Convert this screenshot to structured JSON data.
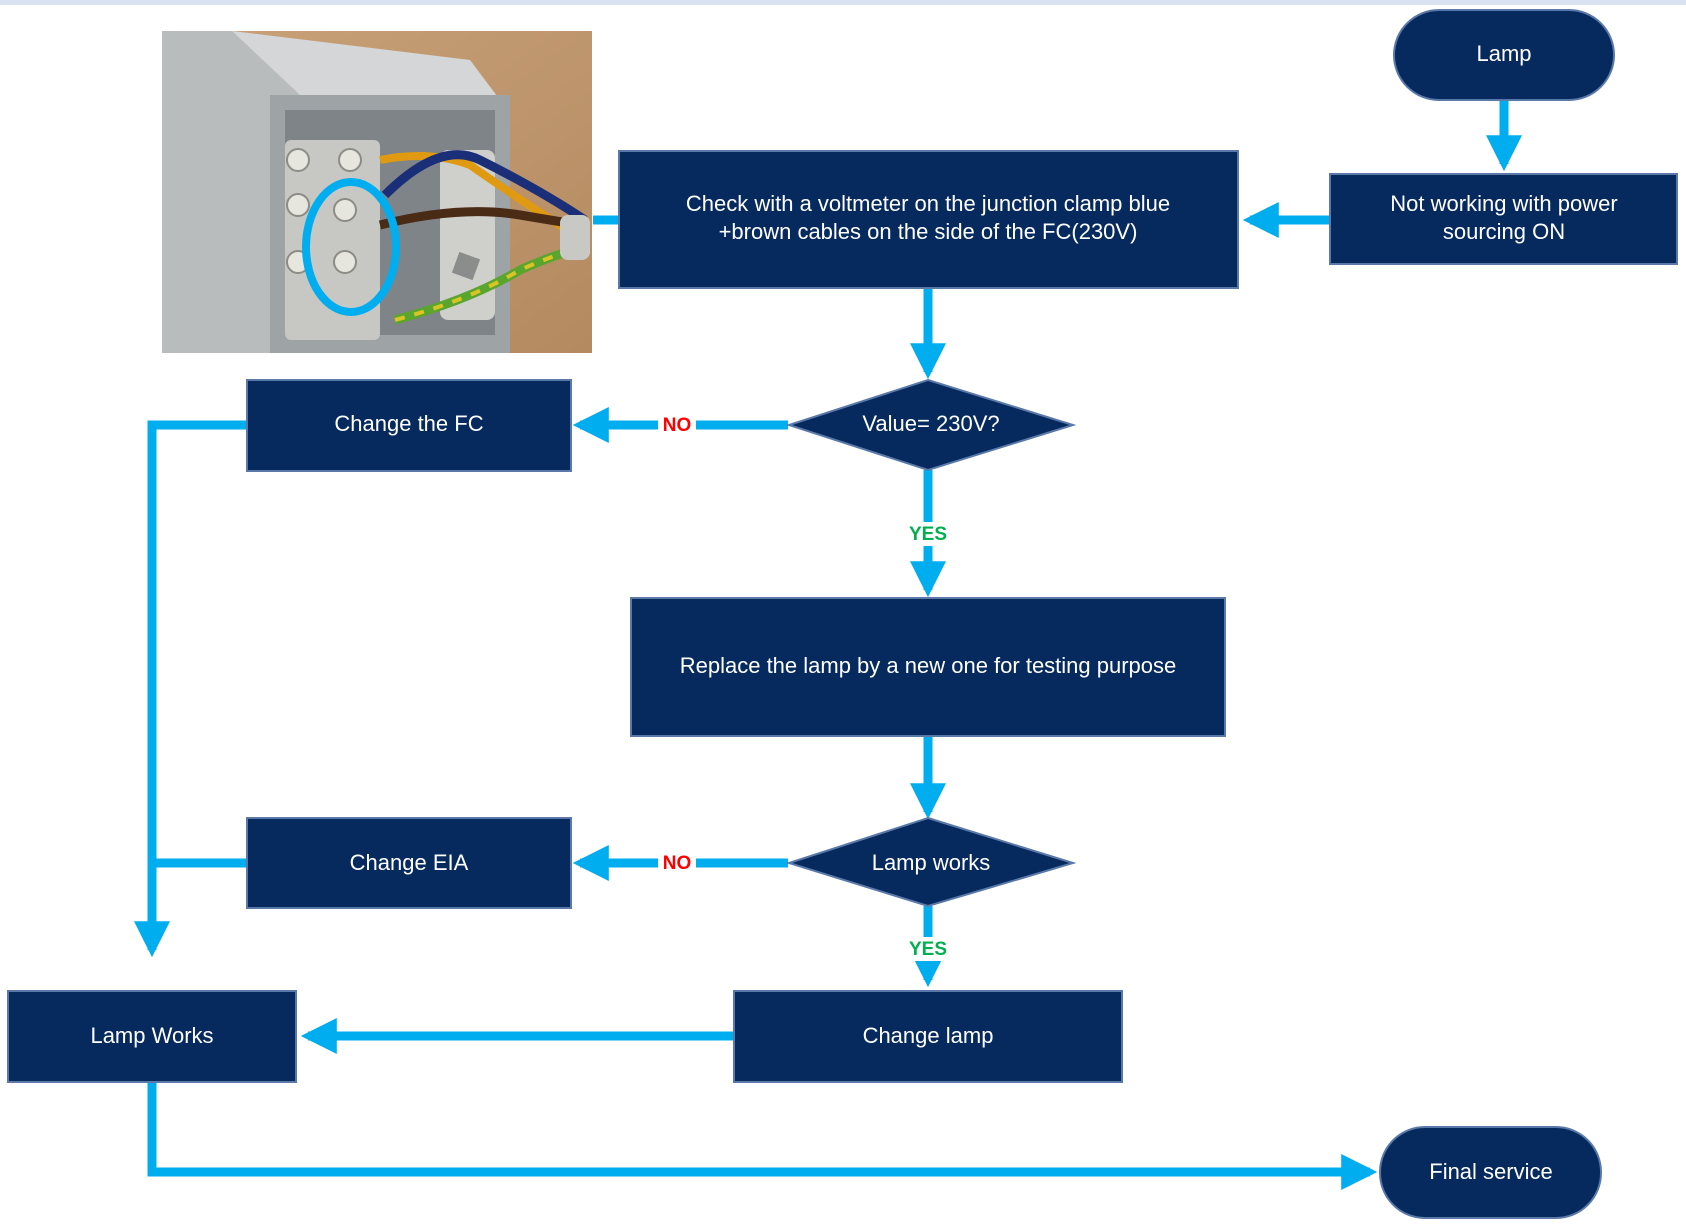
{
  "colors": {
    "node_fill": "#062a5e",
    "node_stroke": "#5b79a8",
    "connector": "#00aeef",
    "no_label": "#ff0000",
    "yes_label": "#00b050",
    "photo_highlight": "#00aeef"
  },
  "photo": {
    "icon": "junction-box-photo"
  },
  "nodes": {
    "start": "Lamp",
    "not_working": [
      "Not working with power",
      "sourcing ON"
    ],
    "check_voltmeter": [
      "Check with a voltmeter on the  junction clamp blue",
      "+brown cables on the side of the FC(230V)"
    ],
    "decision_value": "Value= 230V?",
    "change_fc": "Change the FC",
    "replace_lamp": "Replace the  lamp by a new one for testing purpose",
    "decision_lamp_works": "Lamp works",
    "change_eia": "Change EIA",
    "change_lamp": "Change lamp",
    "lamp_works": "Lamp Works",
    "final_service": "Final service"
  },
  "edge_labels": {
    "no_1": "NO",
    "yes_1": "YES",
    "no_2": "NO",
    "yes_2": "YES"
  }
}
